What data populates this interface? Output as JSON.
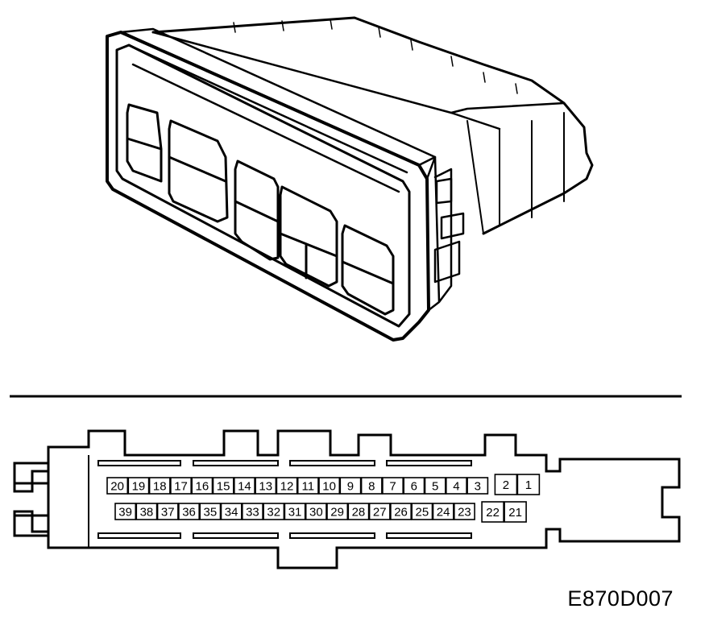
{
  "figure_code": "E870D007",
  "pins_top": [
    "20",
    "19",
    "18",
    "17",
    "16",
    "15",
    "14",
    "13",
    "12",
    "11",
    "10",
    "9",
    "8",
    "7",
    "6",
    "5",
    "4",
    "3",
    "2",
    "1"
  ],
  "pins_bottom": [
    "39",
    "38",
    "37",
    "36",
    "35",
    "34",
    "33",
    "32",
    "31",
    "30",
    "29",
    "28",
    "27",
    "26",
    "25",
    "24",
    "23",
    "22",
    "21"
  ],
  "colors": {
    "line": "#000000",
    "background": "#ffffff"
  }
}
